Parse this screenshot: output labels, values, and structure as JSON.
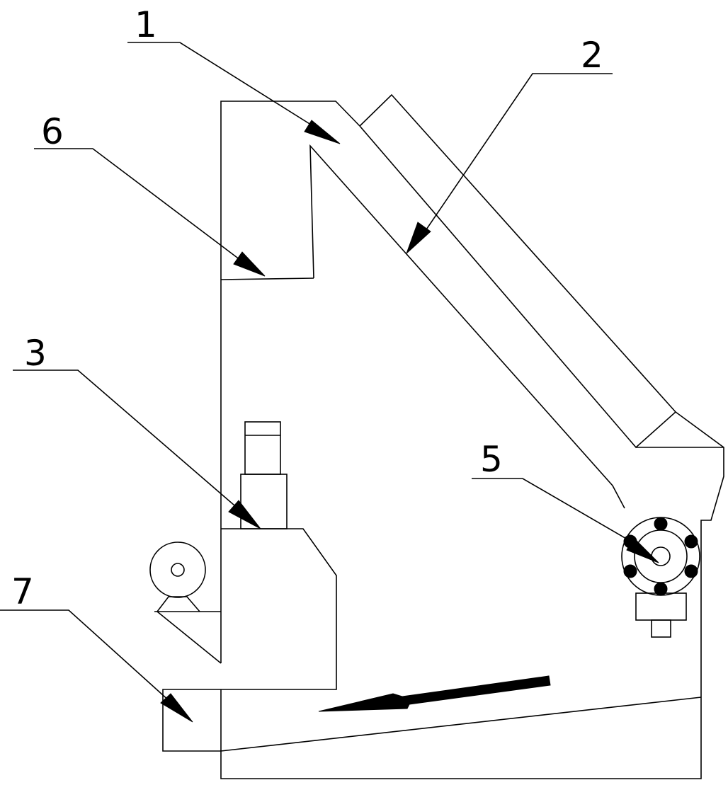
{
  "labels": {
    "l1": "1",
    "l2": "2",
    "l3": "3",
    "l5": "5",
    "l6": "6",
    "l7": "7"
  }
}
